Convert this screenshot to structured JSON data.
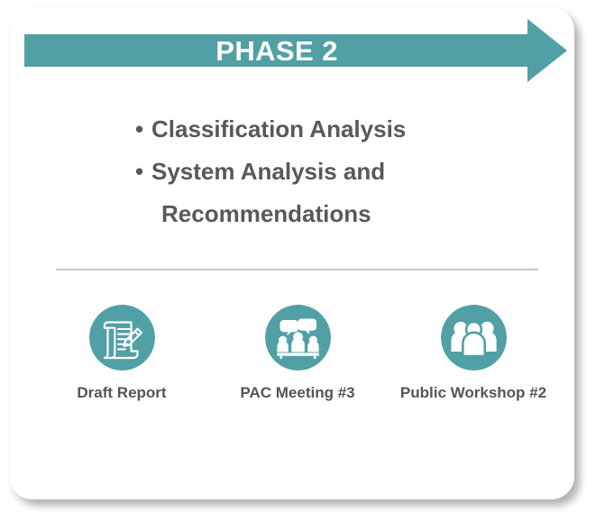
{
  "card": {
    "accent_color": "#51A0A5",
    "text_color": "#595959",
    "background_color": "#FFFFFF",
    "divider_color": "#B4B4B4"
  },
  "banner": {
    "title": "PHASE 2",
    "shape": "right-arrow-banner",
    "fill": "#51A0A5"
  },
  "bullets": [
    {
      "marker": "•",
      "text": "Classification Analysis",
      "continuation": ""
    },
    {
      "marker": "•",
      "text": "System Analysis and",
      "continuation": "Recommendations"
    }
  ],
  "milestones": [
    {
      "icon": "document-pencil-icon",
      "label": "Draft Report"
    },
    {
      "icon": "meeting-people-icon",
      "label": "PAC Meeting #3"
    },
    {
      "icon": "group-people-icon",
      "label": "Public Workshop #2"
    }
  ]
}
